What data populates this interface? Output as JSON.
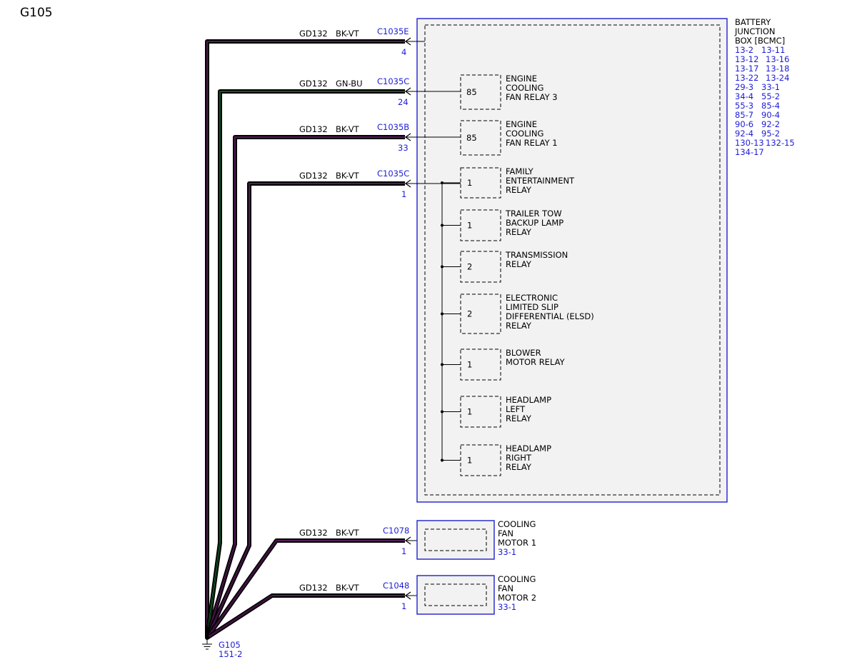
{
  "page_title": "G105",
  "bjb": {
    "lines": [
      "BATTERY",
      "JUNCTION",
      "BOX [BCMC]"
    ],
    "locations": [
      [
        "13-2",
        "13-11"
      ],
      [
        "13-12",
        "13-16"
      ],
      [
        "13-17",
        "13-18"
      ],
      [
        "13-22",
        "13-24"
      ],
      [
        "29-3",
        "33-1"
      ],
      [
        "34-4",
        "55-2"
      ],
      [
        "55-3",
        "85-4"
      ],
      [
        "85-7",
        "90-4"
      ],
      [
        "90-6",
        "92-2"
      ],
      [
        "92-4",
        "95-2"
      ],
      [
        "130-13",
        "132-15"
      ],
      [
        "134-17",
        ""
      ]
    ]
  },
  "wires": [
    {
      "circuit": "GD132",
      "color": "BK-VT",
      "connector": "C1035E",
      "pin": "4",
      "stripe": "#8a2a8a"
    },
    {
      "circuit": "GD132",
      "color": "GN-BU",
      "connector": "C1035C",
      "pin": "24",
      "stripe": "#1f8a3a"
    },
    {
      "circuit": "GD132",
      "color": "BK-VT",
      "connector": "C1035B",
      "pin": "33",
      "stripe": "#8a2a8a"
    },
    {
      "circuit": "GD132",
      "color": "BK-VT",
      "connector": "C1035C",
      "pin": "1",
      "stripe": "#8a2a8a"
    },
    {
      "circuit": "GD132",
      "color": "BK-VT",
      "connector": "C1078",
      "pin": "1",
      "stripe": "#8a2a8a"
    },
    {
      "circuit": "GD132",
      "color": "BK-VT",
      "connector": "C1048",
      "pin": "1",
      "stripe": "#8a2a8a"
    }
  ],
  "relays": [
    {
      "pin": "85",
      "lines": [
        "ENGINE",
        "COOLING",
        "FAN RELAY 3"
      ]
    },
    {
      "pin": "85",
      "lines": [
        "ENGINE",
        "COOLING",
        "FAN RELAY 1"
      ]
    },
    {
      "pin": "1",
      "lines": [
        "FAMILY",
        "ENTERTAINMENT",
        "RELAY"
      ]
    },
    {
      "pin": "1",
      "lines": [
        "TRAILER TOW",
        "BACKUP LAMP",
        "RELAY"
      ]
    },
    {
      "pin": "2",
      "lines": [
        "TRANSMISSION",
        "RELAY"
      ]
    },
    {
      "pin": "2",
      "lines": [
        "ELECTRONIC",
        "LIMITED SLIP",
        "DIFFERENTIAL (ELSD)",
        "RELAY"
      ]
    },
    {
      "pin": "1",
      "lines": [
        "BLOWER",
        "MOTOR RELAY"
      ]
    },
    {
      "pin": "1",
      "lines": [
        "HEADLAMP",
        "LEFT",
        "RELAY"
      ]
    },
    {
      "pin": "1",
      "lines": [
        "HEADLAMP",
        "RIGHT",
        "RELAY"
      ]
    }
  ],
  "motors": [
    {
      "lines": [
        "COOLING",
        "FAN",
        "MOTOR 1"
      ],
      "location": "33-1"
    },
    {
      "lines": [
        "COOLING",
        "FAN",
        "MOTOR 2"
      ],
      "location": "33-1"
    }
  ],
  "ground": {
    "name": "G105",
    "location": "151-2"
  }
}
